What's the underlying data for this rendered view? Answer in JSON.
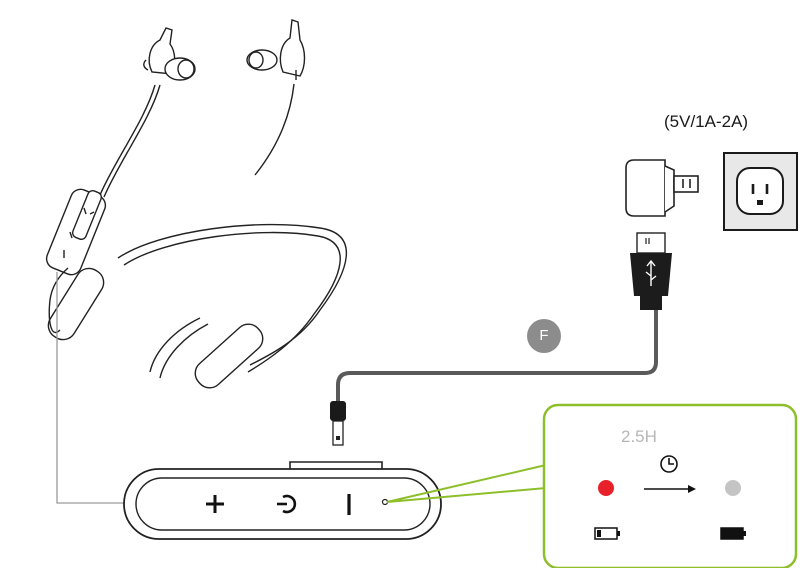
{
  "charger": {
    "spec_label": "(5V/1A-2A)"
  },
  "cable": {
    "step_badge": "F"
  },
  "status": {
    "duration_label": "2.5H",
    "start_led_color": "#e8202a",
    "end_led_color": "#c4c4c4",
    "highlight_color": "#8cbf2a"
  },
  "icons": [
    "earbud-icon",
    "usb-icon",
    "clock-icon",
    "battery-low-icon",
    "battery-full-icon",
    "wall-outlet-icon",
    "power-adapter-icon"
  ]
}
